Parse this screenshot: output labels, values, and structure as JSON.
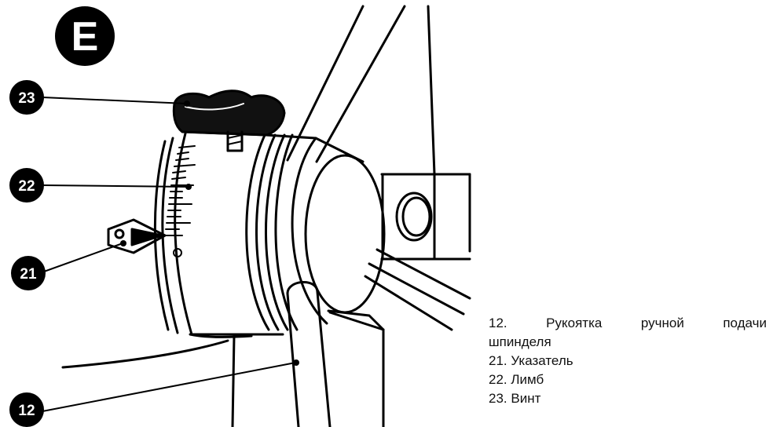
{
  "badge": {
    "label": "E"
  },
  "callouts": [
    {
      "number": "23"
    },
    {
      "number": "22"
    },
    {
      "number": "21"
    },
    {
      "number": "12"
    }
  ],
  "legend": {
    "items": [
      {
        "text_line1": "12. Рукоятка ручной подачи",
        "text_line2": "шпинделя"
      },
      {
        "text": "21. Указатель"
      },
      {
        "text": "22. Лимб"
      },
      {
        "text": "23. Винт"
      }
    ]
  }
}
